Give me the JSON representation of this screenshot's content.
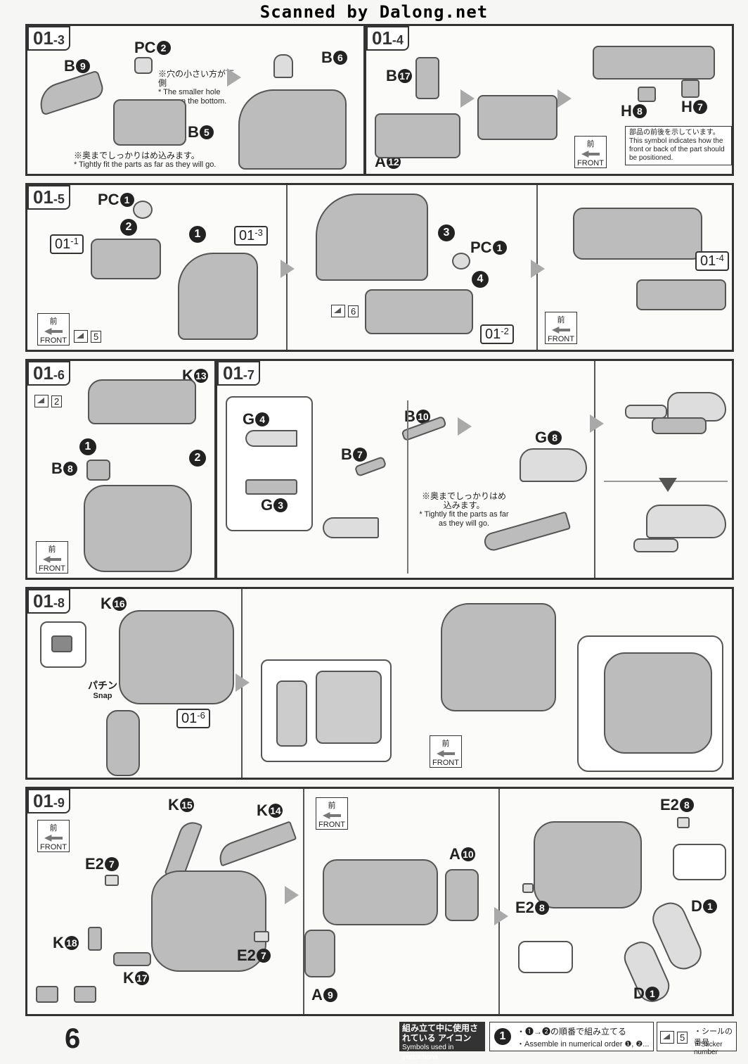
{
  "header": {
    "watermark": "Scanned by Dalong.net"
  },
  "steps": {
    "s1_3": {
      "title_main": "01",
      "title_sub": "-3",
      "parts": {
        "pc": "PC",
        "pc_num": "2",
        "b9": "B",
        "b9_num": "9",
        "b6": "B",
        "b6_num": "6",
        "b5": "B",
        "b5_num": "5"
      },
      "note_hole_jp": "※穴の小さい方が下側",
      "note_hole_en": "* The smaller hole goes on the bottom.",
      "note_fit_jp": "※奥までしっかりはめ込みます。",
      "note_fit_en": "* Tightly fit the parts as far as they will go."
    },
    "s1_4": {
      "title_main": "01",
      "title_sub": "-4",
      "parts": {
        "b17": "B",
        "b17_num": "17",
        "a12": "A",
        "a12_num": "12",
        "h8": "H",
        "h8_num": "8",
        "h7": "H",
        "h7_num": "7"
      },
      "info_jp": "部品の前後を示しています。",
      "info_en": "This symbol indicates how the front or back of the part should be positioned.",
      "front_kanji": "前",
      "front_label": "FRONT"
    },
    "s1_5": {
      "title_main": "01",
      "title_sub": "-5",
      "parts": {
        "pc1a": "PC",
        "pc1a_num": "1",
        "pc1b": "PC",
        "pc1b_num": "1"
      },
      "refs": {
        "r1": "01",
        "r1_sub": "-1",
        "r3": "01",
        "r3_sub": "-3",
        "r2": "01",
        "r2_sub": "-2",
        "r4": "01",
        "r4_sub": "-4"
      },
      "stickers": {
        "a": "5",
        "b": "6"
      },
      "order": [
        "1",
        "2",
        "3",
        "4"
      ],
      "front_kanji": "前",
      "front_label": "FRONT"
    },
    "s1_6": {
      "title_main": "01",
      "title_sub": "-6",
      "parts": {
        "k13": "K",
        "k13_num": "13",
        "b8": "B",
        "b8_num": "8"
      },
      "sticker": "2",
      "order": [
        "1",
        "2"
      ],
      "front_kanji": "前",
      "front_label": "FRONT"
    },
    "s1_7": {
      "title_main": "01",
      "title_sub": "-7",
      "parts": {
        "g4": "G",
        "g4_num": "4",
        "g3": "G",
        "g3_num": "3",
        "b10": "B",
        "b10_num": "10",
        "b7": "B",
        "b7_num": "7",
        "g8": "G",
        "g8_num": "8"
      },
      "note_fit_jp": "※奥までしっかりはめ込みます。",
      "note_fit_en": "* Tightly fit the parts as far as they will go."
    },
    "s1_8": {
      "title_main": "01",
      "title_sub": "-8",
      "parts": {
        "k16": "K",
        "k16_num": "16"
      },
      "snap_jp": "パチン",
      "snap_en": "Snap",
      "ref": "01",
      "ref_sub": "-6",
      "front_kanji": "前",
      "front_label": "FRONT"
    },
    "s1_9": {
      "title_main": "01",
      "title_sub": "-9",
      "parts": {
        "k15": "K",
        "k15_num": "15",
        "k14": "K",
        "k14_num": "14",
        "e2_7a": "E2",
        "e2_7a_num": "7",
        "e2_7b": "E2",
        "e2_7b_num": "7",
        "k18": "K",
        "k18_num": "18",
        "k17": "K",
        "k17_num": "17",
        "a10": "A",
        "a10_num": "10",
        "a9": "A",
        "a9_num": "9",
        "e2_8a": "E2",
        "e2_8a_num": "8",
        "e2_8b": "E2",
        "e2_8b_num": "8",
        "d1a": "D",
        "d1a_num": "1",
        "d1b": "D",
        "d1b_num": "1"
      },
      "front_kanji": "前",
      "front_label": "FRONT"
    }
  },
  "footer": {
    "page_number": "6",
    "legend_title_jp": "組み立て中に使用されている アイコン",
    "legend_title_en": "Symbols used in instructions",
    "order_icon": "1",
    "order_jp": "・❶→❷の順番で組み立てる",
    "order_en": "・Assemble in numerical order ❶, ❷...",
    "sticker_icon": "5",
    "sticker_jp": "・シールの番号",
    "sticker_en": "・Sticker number"
  }
}
